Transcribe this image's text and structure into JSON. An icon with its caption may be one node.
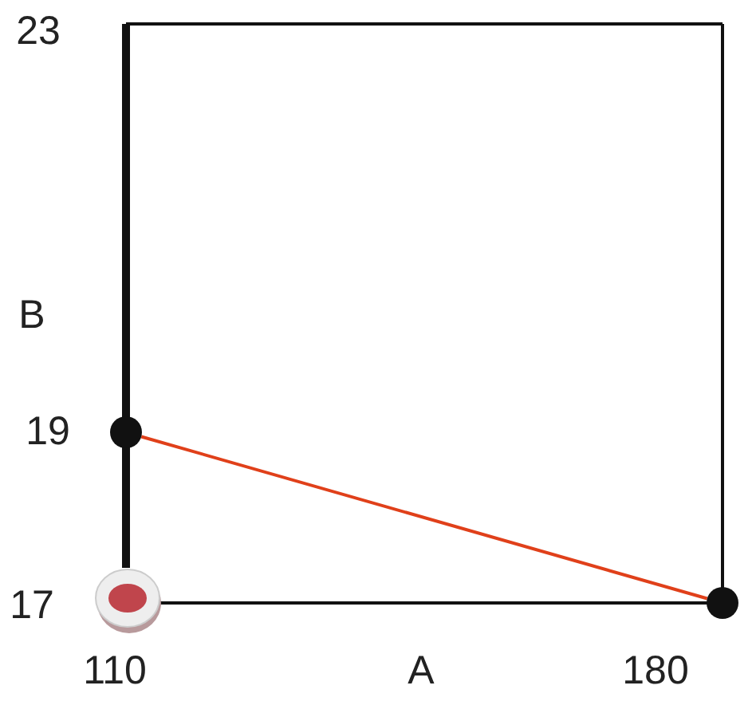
{
  "diagram": {
    "nodes": [
      {
        "text": [],
        "shape": "circle"
      },
      {
        "text": [],
        "shape": "circle"
      },
      {
        "text": [],
        "shape": "circle"
      }
    ],
    "edges": [
      {
        "from": 0,
        "to": 1,
        "arrow": "none",
        "color": "#e0401a"
      }
    ],
    "labels": [
      "23",
      "B",
      "19",
      "17",
      "110",
      "A",
      "180"
    ]
  }
}
